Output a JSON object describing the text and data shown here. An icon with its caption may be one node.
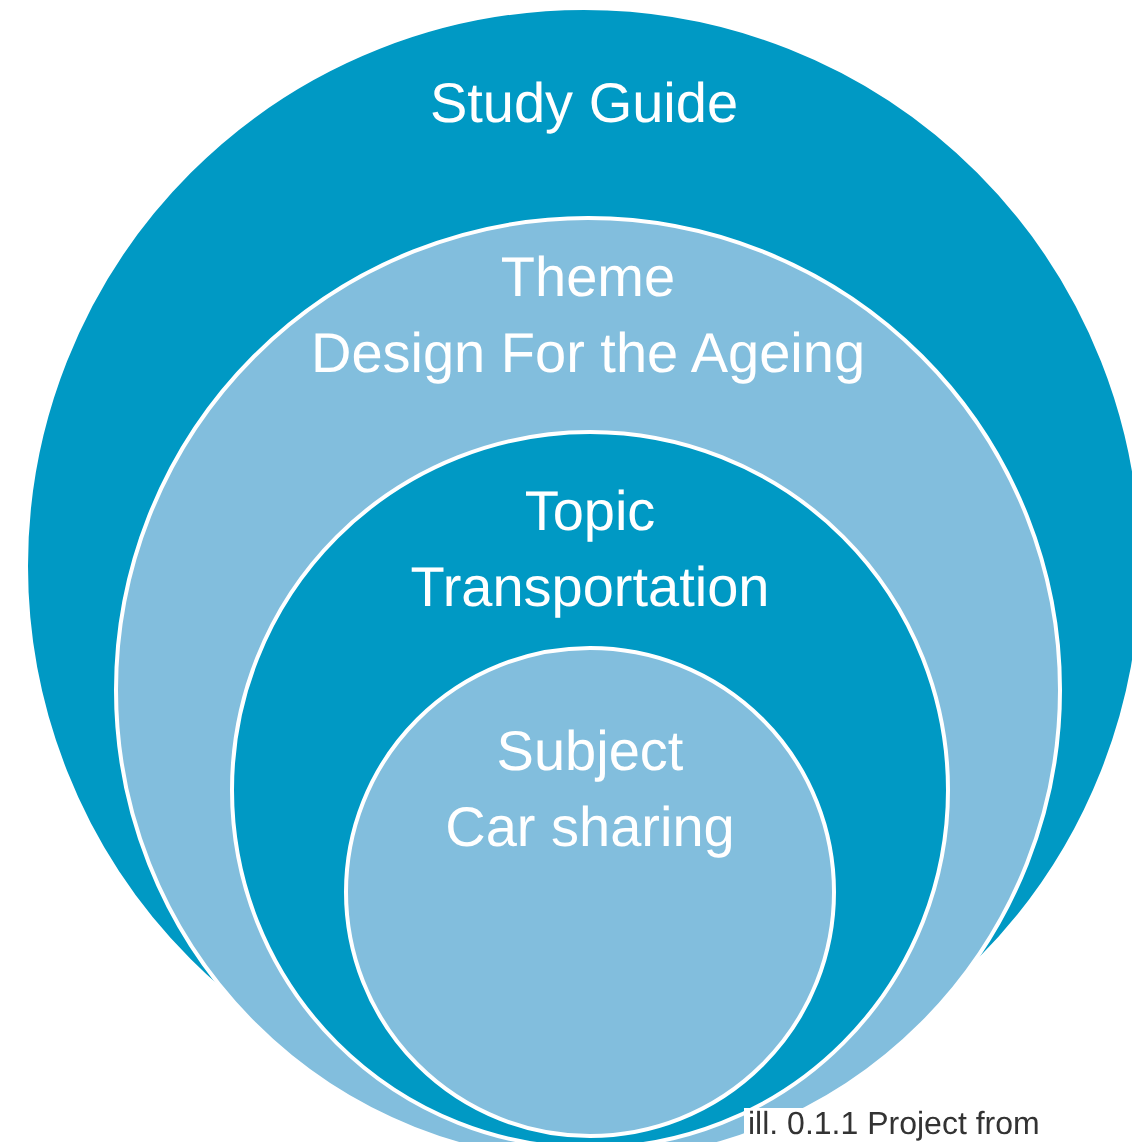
{
  "diagram": {
    "caption": "ill. 0.1.1 Project from",
    "nodes": [
      {
        "text": [
          "Study Guide"
        ]
      },
      {
        "text": [
          "Theme",
          "Design For the Ageing"
        ],
        "in": 0
      },
      {
        "text": [
          "Topic",
          "Transportation"
        ],
        "in": 1
      },
      {
        "text": [
          "Subject",
          "Car sharing"
        ],
        "in": 2
      }
    ]
  }
}
